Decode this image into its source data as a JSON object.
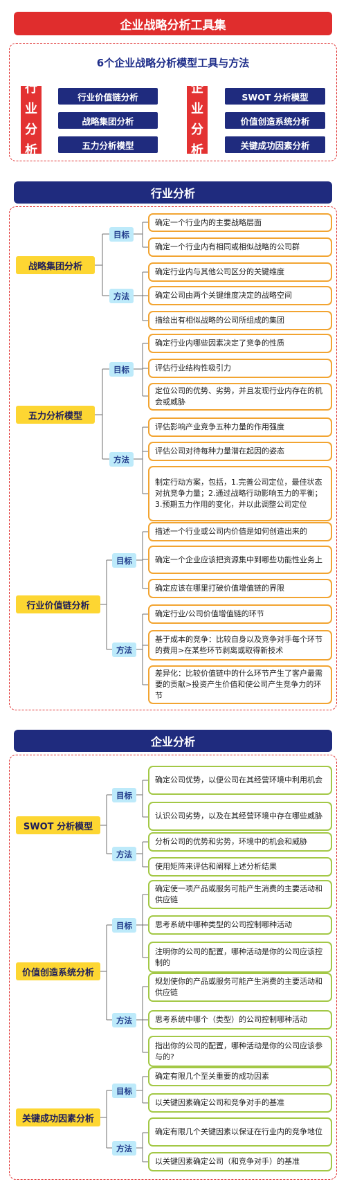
{
  "header": {
    "title": "企业战略分析工具集",
    "subtitle": "6个企业战略分析模型工具与方法"
  },
  "overview": {
    "left_label": [
      "行",
      "业",
      "分",
      "析"
    ],
    "left_items": [
      "行业价值链分析",
      "战略集团分析",
      "五力分析模型"
    ],
    "right_label": [
      "企",
      "业",
      "分",
      "析"
    ],
    "right_items": [
      "SWOT 分析模型",
      "价值创造系统分析",
      "关键成功因素分析"
    ]
  },
  "industry": {
    "title": "行业分析",
    "groups": [
      {
        "name": "战略集团分析",
        "goal_label": "目标",
        "goals": [
          "确定一个行业内的主要战略层面",
          "确定一个行业内有相同或相似战略的公司群"
        ],
        "method_label": "方法",
        "methods": [
          "确定行业内与其他公司区分的关键维度",
          "确定公司由两个关键维度决定的战略空间",
          "描绘出有相似战略的公司所组成的集团"
        ]
      },
      {
        "name": "五力分析模型",
        "goal_label": "目标",
        "goals": [
          "确定行业内哪些因素决定了竞争的性质",
          "评估行业结构性吸引力",
          "定位公司的优势、劣势，并且发现行业内存在的机会或威胁"
        ],
        "method_label": "方法",
        "methods": [
          "评估影响产业竞争五种力量的作用强度",
          "评估公司对待每种力量潜在起因的姿态",
          "制定行动方案，包括，1.完善公司定位，最佳状态对抗竞争力量；2.通过战略行动影响五力的平衡；3.预期五力作用的变化，并以此调整公司定位"
        ]
      },
      {
        "name": "行业价值链分析",
        "goal_label": "目标",
        "goals": [
          "描述一个行业或公司内价值是如何创造出来的",
          "确定一个企业应该把资源集中到哪些功能性业务上",
          "确定应该在哪里打破价值增值链的界限"
        ],
        "method_label": "方法",
        "methods": [
          "确定行业/公司价值增值链的环节",
          "基于成本的竞争：比较自身以及竞争对手每个环节的费用>在某些环节剥离或取得新技术",
          "差异化：比较价值链中的什么环节产生了客户最需要的贡献>投资产生价值和使公司产生竞争力的环节"
        ]
      }
    ]
  },
  "enterprise": {
    "title": "企业分析",
    "groups": [
      {
        "name": "SWOT 分析模型",
        "goal_label": "目标",
        "goals": [
          "确定公司优势，以便公司在其经营环境中利用机会",
          "认识公司劣势，以及在其经营环境中存在哪些威胁"
        ],
        "method_label": "方法",
        "methods": [
          "分析公司的优势和劣势，环境中的机会和威胁",
          "使用矩阵来评估和阐释上述分析结果"
        ]
      },
      {
        "name": "价值创造系统分析",
        "goal_label": "目标",
        "goals": [
          "确定使一项产品或服务可能产生消费的主要活动和供应链",
          "思考系统中哪种类型的公司控制哪种活动",
          "注明你的公司的配置，哪种活动是你的公司应该控制的"
        ],
        "method_label": "方法",
        "methods": [
          "规划使你的产品或服务可能产生消费的主要活动和供应链",
          "思考系统中哪个（类型）的公司控制哪种活动",
          "指出你的公司的配置，哪种活动是你的公司应该参与的?"
        ]
      },
      {
        "name": "关键成功因素分析",
        "goal_label": "目标",
        "goals": [
          "确定有限几个至关重要的成功因素",
          "以关键因素确定公司和竞争对手的基准"
        ],
        "method_label": "方法",
        "methods": [
          "确定有限几个关键因素以保证在行业内的竞争地位",
          "以关键因素确定公司（和竞争对手）的基准"
        ]
      }
    ]
  },
  "colors": {
    "red": "#e02d2d",
    "navy": "#1f2b7e",
    "yellow": "#fdd632",
    "cyan": "#bdeafa",
    "orange": "#f2a431",
    "green": "#a3c846"
  }
}
